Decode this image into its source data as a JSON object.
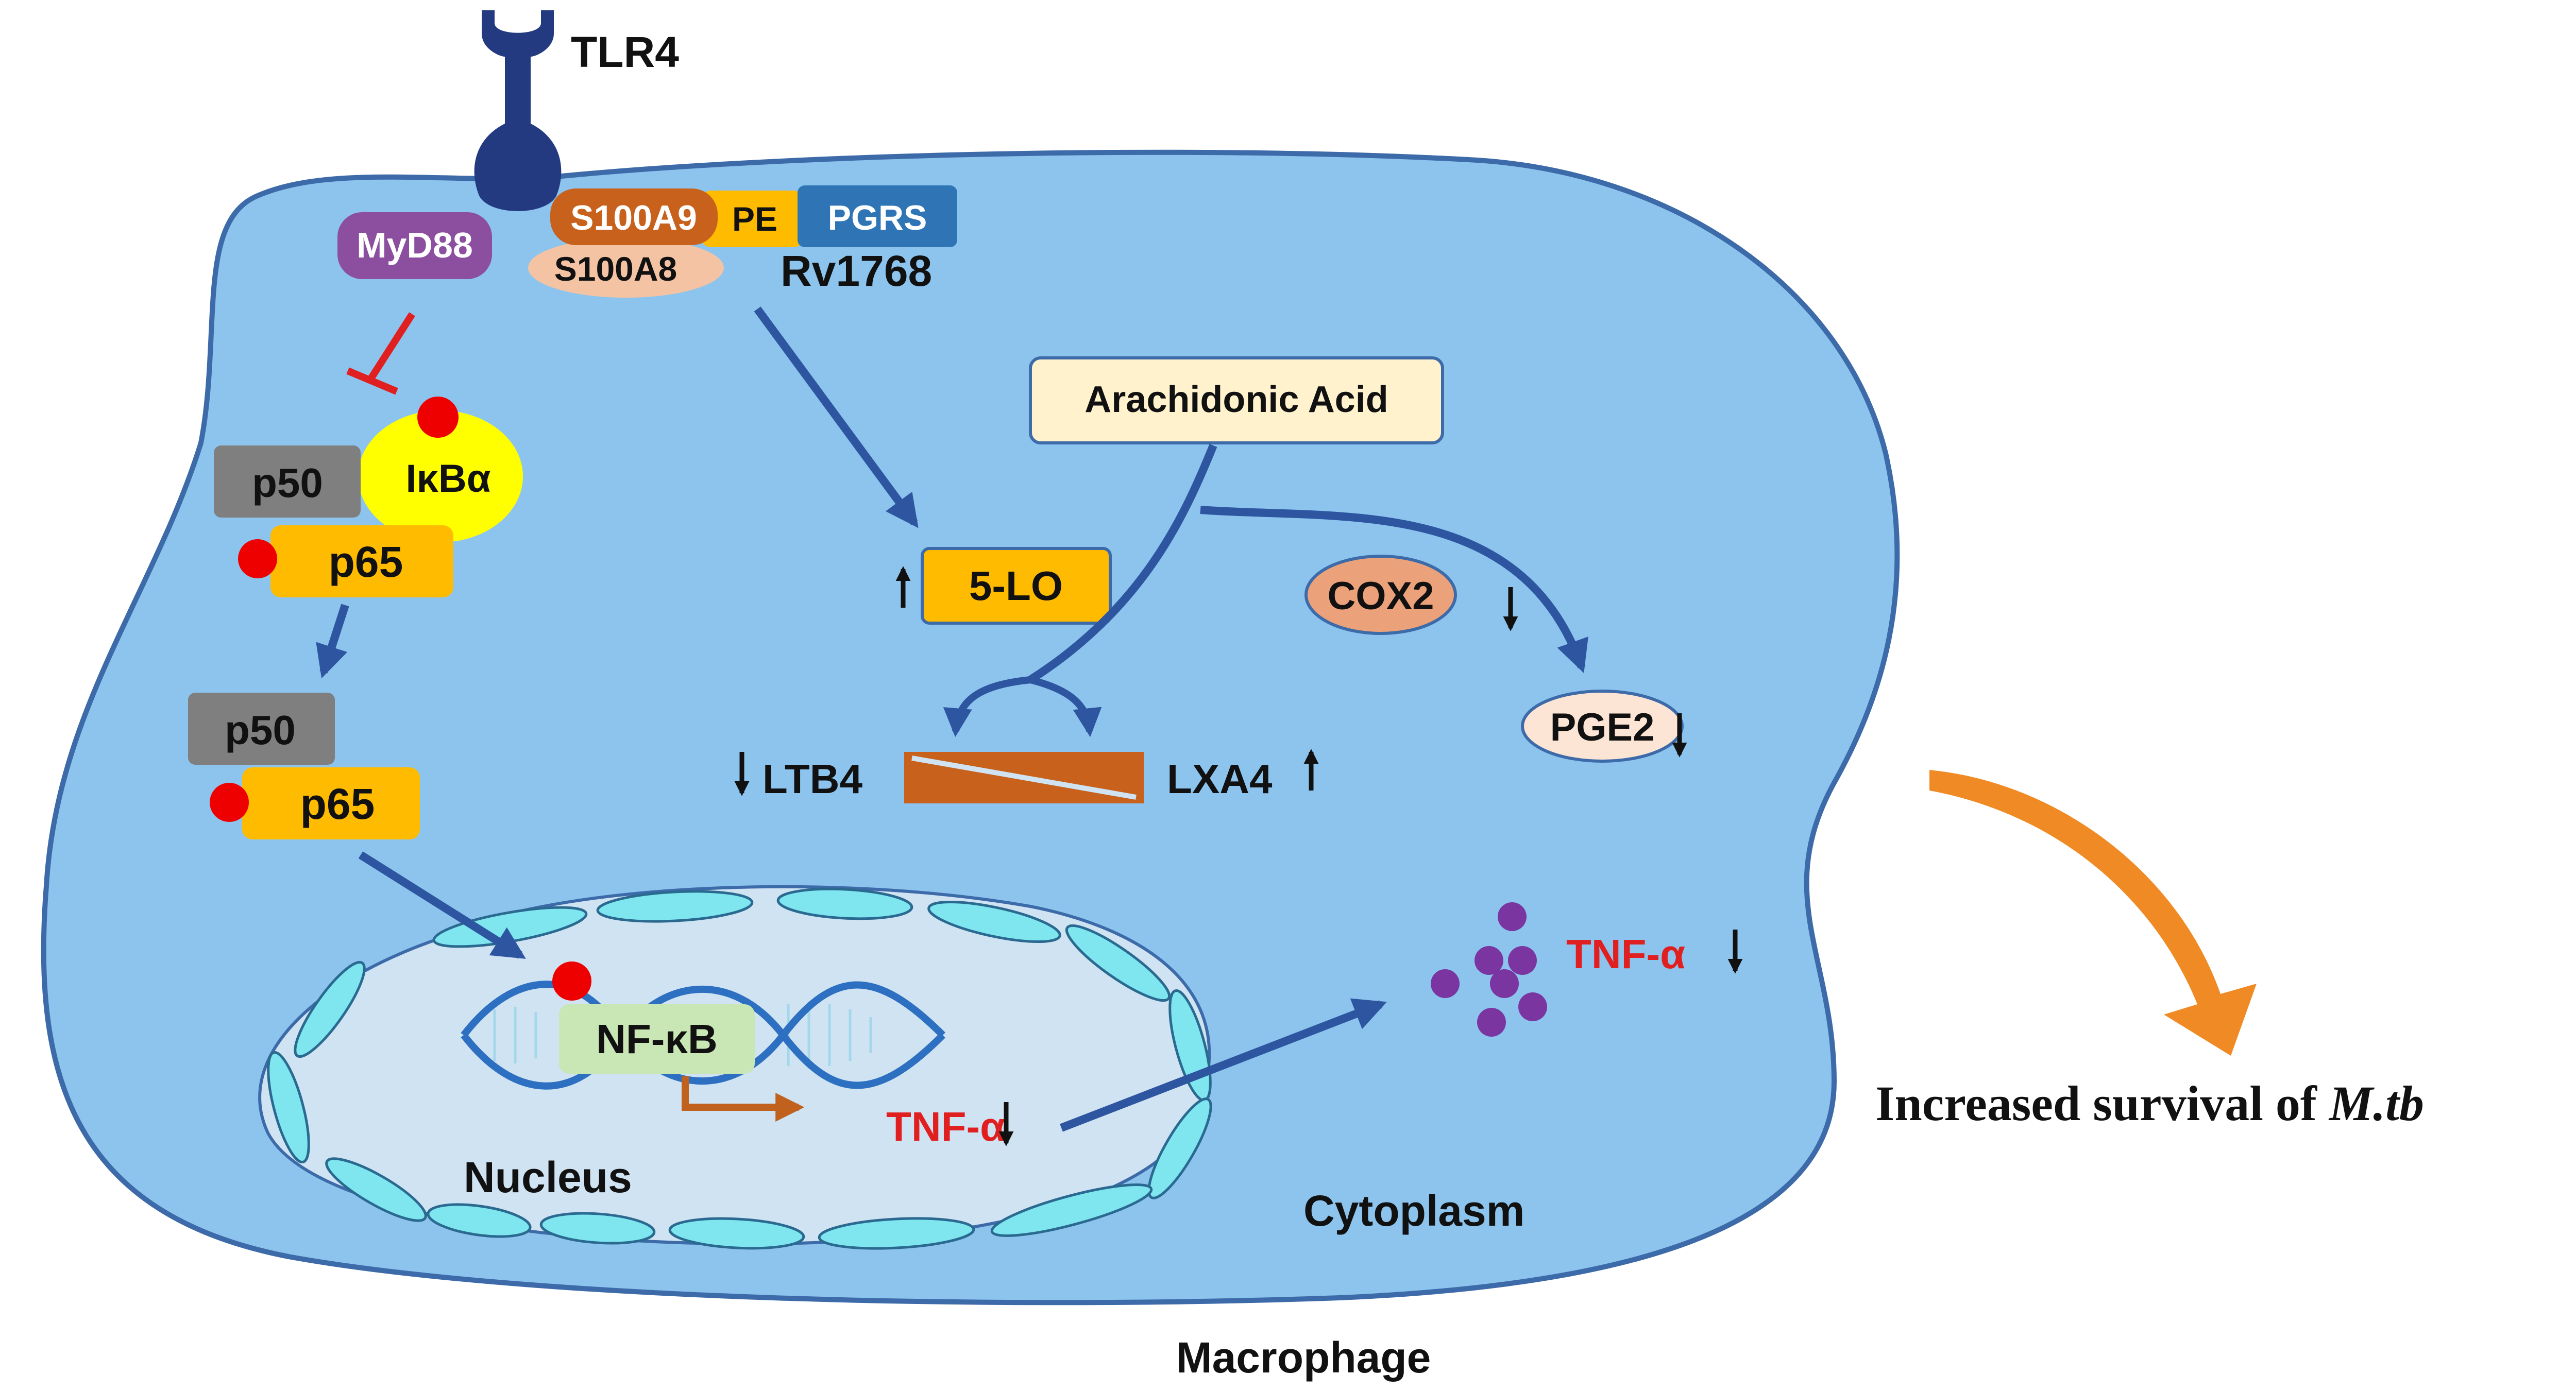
{
  "labels": {
    "tlr4": "TLR4",
    "myd88": "MyD88",
    "s100a9": "S100A9",
    "s100a8": "S100A8",
    "pe": "PE",
    "pgrs": "PGRS",
    "rv1768": "Rv1768",
    "ikba": "IκBα",
    "p50_top": "p50",
    "p65_top": "p65",
    "p50_bottom": "p50",
    "p65_bottom": "p65",
    "arachidonic_acid": "Arachidonic Acid",
    "five_lo": "5-LO",
    "cox2": "COX2",
    "pge2": "PGE2",
    "ltb4": "LTB4",
    "lxa4": "LXA4",
    "nfkb": "NF-κB",
    "tnf_nucleus": "TNF-α",
    "tnf_cytoplasm": "TNF-α",
    "nucleus": "Nucleus",
    "cytoplasm": "Cytoplasm",
    "macrophage": "Macrophage",
    "outcome_prefix": "Increased survival of ",
    "outcome_italic": "M.tb"
  },
  "colors": {
    "cell_fill": "#8cc4ee",
    "cell_stroke": "#3d6aa8",
    "nucleus_fill": "#cfe3f2",
    "envelope": "#7fe6f0",
    "tlr4": "#233a80",
    "myd88": "#8c4f9f",
    "s100a9": "#c8611b",
    "s100a8": "#f4c3a3",
    "pe": "#ffbb00",
    "pgrs": "#2f75b6",
    "yellow_protein": "#ffbb00",
    "ikba": "#ffff00",
    "grey_protein": "#7f7f7f",
    "phospho": "#ee0000",
    "arrow_blue": "#2d55a0",
    "inhibit_red": "#e02020",
    "transcription_arrow": "#c0611e",
    "balance_bar": "#c8611b",
    "tnf_red": "#e02020",
    "tnf_dots": "#7a35a0",
    "outcome_arrow": "#f08a24",
    "cox2_fill": "#eba27a",
    "pge2_fill": "#fde5d5",
    "aa_fill": "#fff2cc",
    "nfkb_fill": "#c9e6b5"
  },
  "arrows": {
    "up": "up",
    "down": "down"
  }
}
